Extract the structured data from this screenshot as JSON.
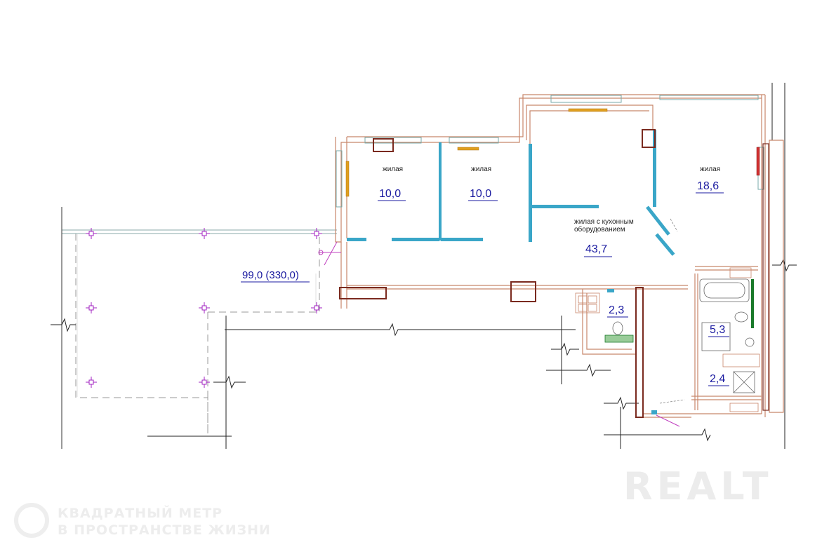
{
  "plan": {
    "colors": {
      "wall": "#c8866a",
      "column": "#7a2a1f",
      "partition": "#3aa6c8",
      "area_text": "#1a1aa0",
      "grid_marker": "#a020c0",
      "fixture": "#1a7a2a"
    },
    "rooms": [
      {
        "name": "жилая",
        "area": "10,0"
      },
      {
        "name": "жилая",
        "area": "10,0"
      },
      {
        "name": "жилая",
        "area": "18,6"
      },
      {
        "name": "жилая с кухонным",
        "name_line2": "оборудованием",
        "area": "43,7"
      },
      {
        "area": "2,3"
      },
      {
        "area": "5,3"
      },
      {
        "area": "2,4"
      }
    ],
    "terrace": {
      "area": "99,0 (330,0)"
    }
  },
  "watermark": {
    "brand": "REALT",
    "line1": "КВАДРАТНЫЙ МЕТР",
    "line2": "В ПРОСТРАНСТВЕ ЖИЗНИ"
  }
}
